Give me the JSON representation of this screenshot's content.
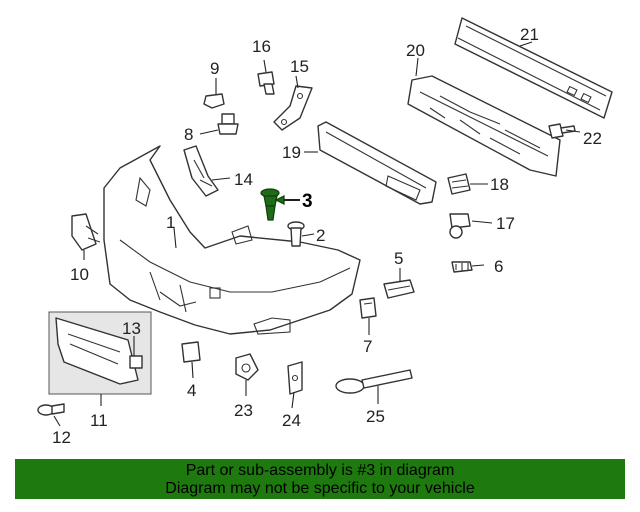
{
  "colors": {
    "banner": "#1e7a0e",
    "highlight_part": "#1f6b18",
    "line": "#333333",
    "panel": "#e6e6e6"
  },
  "banner": {
    "line1": "Part or sub-assembly is #3 in diagram",
    "line2": "Diagram may not be specific to your vehicle"
  },
  "highlighted_part": "3",
  "callouts": {
    "c1": "1",
    "c2": "2",
    "c3": "3",
    "c4": "4",
    "c5": "5",
    "c6": "6",
    "c7": "7",
    "c8": "8",
    "c9": "9",
    "c10": "10",
    "c11": "11",
    "c12": "12",
    "c13": "13",
    "c14": "14",
    "c15": "15",
    "c16": "16",
    "c17": "17",
    "c18": "18",
    "c19": "19",
    "c20": "20",
    "c21": "21",
    "c22": "22",
    "c23": "23",
    "c24": "24",
    "c25": "25"
  }
}
